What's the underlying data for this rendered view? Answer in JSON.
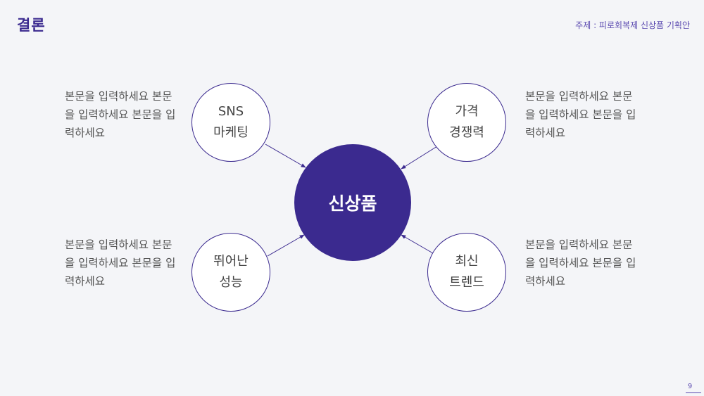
{
  "header": {
    "title": "결론",
    "subject": "주제 : 피로회복제 신상품 기획안"
  },
  "page_number": "9",
  "diagram": {
    "center": "신상품",
    "nodes": [
      {
        "line1": "SNS",
        "line2": "마케팅",
        "text": "본문을 입력하세요 본문을 입력하세요 본문을 입력하세요"
      },
      {
        "line1": "가격",
        "line2": "경쟁력",
        "text": "본문을 입력하세요 본문을 입력하세요 본문을 입력하세요"
      },
      {
        "line1": "뛰어난",
        "line2": "성능",
        "text": "본문을 입력하세요 본문을 입력하세요 본문을 입력하세요"
      },
      {
        "line1": "최신",
        "line2": "트렌드",
        "text": "본문을 입력하세요 본문을 입력하세요 본문을 입력하세요"
      }
    ]
  },
  "colors": {
    "accent": "#3b2a8f",
    "body_text": "#555555",
    "background": "#f4f5f8"
  }
}
